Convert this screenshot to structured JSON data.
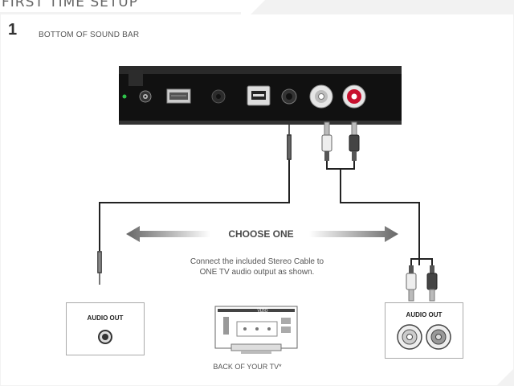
{
  "header": {
    "title": "FIRST TIME SETUP"
  },
  "step": {
    "number": "1",
    "label": "BOTTOM OF SOUND BAR"
  },
  "center": {
    "choose": "CHOOSE ONE",
    "instruction_line1": "Connect the included Stereo Cable to",
    "instruction_line2": "ONE TV audio output as shown."
  },
  "left_box": {
    "label": "AUDIO OUT"
  },
  "right_box": {
    "label": "AUDIO OUT"
  },
  "tv": {
    "brand": "VIZIO",
    "caption": "BACK OF YOUR TV*"
  },
  "colors": {
    "red_jack": "#c8102e",
    "soundbar": "#161616",
    "arrow": "#777777"
  },
  "icons": [
    "power-led-icon",
    "aux-jack-icon",
    "usb-port-icon",
    "optical-port-icon",
    "rca-white-icon",
    "rca-red-icon",
    "arrow-left-icon",
    "arrow-right-icon"
  ]
}
